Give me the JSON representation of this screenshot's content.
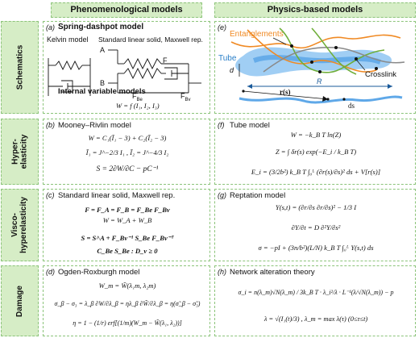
{
  "headers": {
    "left": "Phenomenological models",
    "right": "Physics-based models"
  },
  "rows": [
    "Schematics",
    "Hyper-\nelasticity",
    "Visco-\nhyperelasticity",
    "Damage"
  ],
  "a": {
    "label": "(a)",
    "title": "Spring-dashpot model",
    "kelvin": "Kelvin model",
    "sls": "Standard linear solid, Maxwell rep.",
    "node_a": "A",
    "node_b": "B",
    "f": "F",
    "fbe": "F",
    "fbe_sub": "Be",
    "fbv": "F",
    "fbv_sub": "Bv",
    "internal": "Internal variable models",
    "eq": "W = f (I₁, I₂, I₃)"
  },
  "b": {
    "label": "(b)",
    "title": "Mooney–Rivlin model",
    "eqs": [
      "W = C₁(Ī₁ − 3) + C₂(Ī₂ − 3)",
      "Ī₁ = J^−2/3 I₁ , Ī₂ = J^−4/3 I₂",
      "S = 2∂W/∂C − pC⁻¹"
    ]
  },
  "c": {
    "label": "(c)",
    "title": "Standard linear solid, Maxwell rep.",
    "eqs": [
      "F = F_A = F_B = F_Be F_Bv",
      "W = W_A + W_B",
      "S = S^A + F_Bv⁻¹ S_Be F_Bv⁻ᵀ",
      "C_Be S_Be : D_v ≥ 0"
    ]
  },
  "d": {
    "label": "(d)",
    "title": "Ogden-Roxburgh model",
    "eqs": [
      "W_m = W̃(λ₁m, λ₂m)",
      "σ_β − σ₃ = λ_β ∂W/∂λ_β = ηλ_β ∂W̃/∂λ_β = η(σ̃_β − σ̃₃)",
      "η = 1 − (1/r) erf[(1/m)(W_m − W̃(λ₁, λ₂))]"
    ]
  },
  "e": {
    "label": "(e)",
    "entanglements": "Entanglements",
    "tube": "Tube",
    "crosslink": "Crosslink",
    "d": "d",
    "R": "R",
    "r": "r(s)",
    "ds": "ds"
  },
  "f": {
    "label": "(f)",
    "title": "Tube model",
    "eqs": [
      "W = −k_B T ln(Z)",
      "Z = ∫ δr(s) exp(−E_i / k_B T)",
      "E_i = (3/2b²) k_B T ∫₀ᴸ (∂r(s)/∂s)² ds + V[r(s)]"
    ]
  },
  "g": {
    "label": "(g)",
    "title": "Reptation model",
    "eqs": [
      "Y(s,t) = (∂r/∂s ∂r/∂s)² − 1/3 I",
      "∂Y/∂t = D ∂²Y/∂s²",
      "σ = −pI + (3n/b²)(L/N) k_B T ∫₀ᴸ Y(s,t) ds"
    ]
  },
  "h": {
    "label": "(h)",
    "title": "Network alteration theory",
    "eqs": [
      "σ_i = n(λ_m)√N(λ_m) / 3k_B T · λ_i²/λ · L⁻¹(λ/√N(λ_m)) − p",
      "λ = √(I₁(t)/3) , λ_m = max λ(τ) (0≤τ≤t)"
    ]
  },
  "colors": {
    "header_bg": "#d6edc6",
    "border": "#8cc47a",
    "tube": "#5fa8e8",
    "chain_orange": "#f08a24",
    "chain_green": "#6fae3a",
    "chain_gray": "#8a8a8a"
  }
}
